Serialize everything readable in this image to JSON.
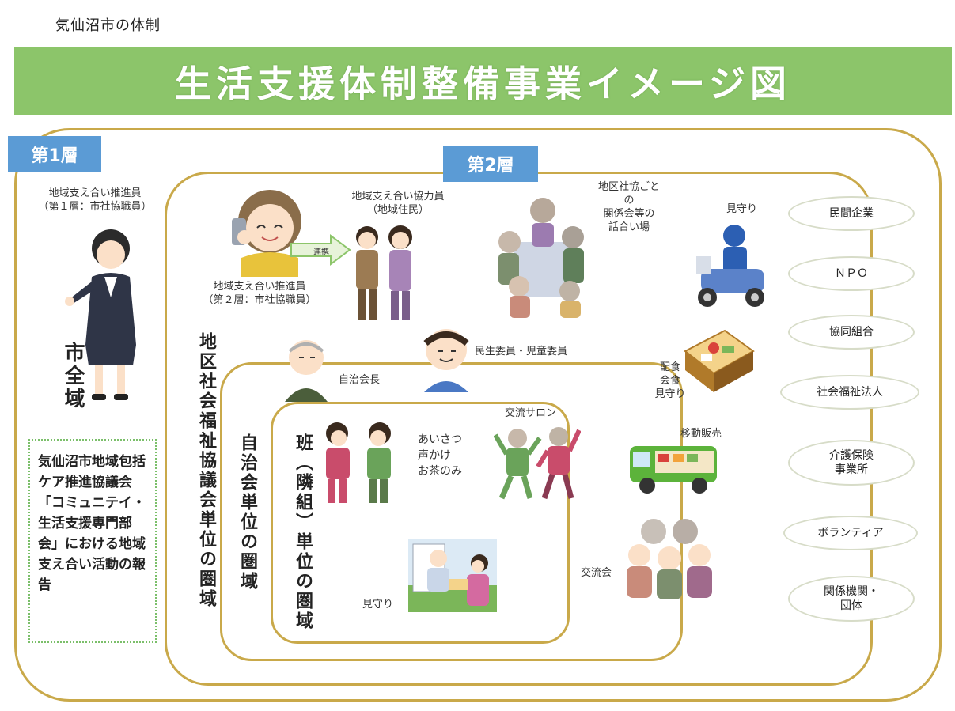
{
  "header": {
    "label": "気仙沼市の体制"
  },
  "banner": {
    "title": "生活支援体制整備事業イメージ図"
  },
  "layers": {
    "tag1": "第1層",
    "tag2": "第2層"
  },
  "layer1": {
    "coordinator": "地域支え合い推進員\n（第１層：市社協職員）",
    "area": "市全域",
    "report": "気仙沼市地域包括ケア推進協議会「コミュニテイ・生活支援専門部会」における地域支え合い活動の報告"
  },
  "layer2": {
    "helpers": "地域支え合い協力員\n（地域住民）",
    "coordinator": "地域支え合い推進員\n（第２層：市社協職員）",
    "link": "連携",
    "meeting": "地区社協ごと\nの\n関係会等の\n話合い場",
    "watch": "見守り",
    "area": "地区社会福祉協議会単位の圏域"
  },
  "layer3": {
    "chief": "自治会長",
    "welfare": "民生委員・児童委員",
    "meal": "配食\n会食\n見守り",
    "mobile_sales": "移動販売",
    "area": "自治会単位の圏域",
    "exchange": "交流会"
  },
  "layer4": {
    "area": "班（隣組）単位の圏域",
    "greeting": "あいさつ\n声かけ\nお茶のみ",
    "salon": "交流サロン",
    "watch": "見守り"
  },
  "organizations": [
    "民間企業",
    "ＮＰＯ",
    "協同組合",
    "社会福祉法人",
    "介護保険\n事業所",
    "ボランティア",
    "関係機関・\n団体"
  ],
  "colors": {
    "banner": "#8cc56a",
    "tag": "#5b9bd5",
    "border": "#c9a94a",
    "report_border": "#7bbf6a"
  }
}
